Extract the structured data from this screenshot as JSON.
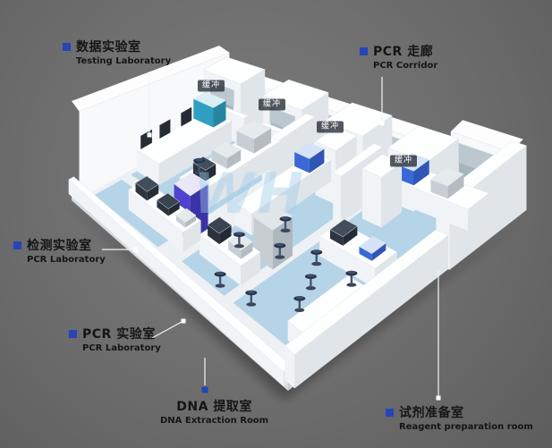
{
  "watermark": "WH",
  "colors": {
    "background": "#6f6f6f",
    "accent_blue": "#2545b8",
    "floor_blue": "#b6d4e8",
    "wall_white": "#f7f9fa",
    "glass_gray": "#a6b4be",
    "cabinet_purple": "#5044cf",
    "watermark_blue": "#a0cdeb",
    "connector_white": "#f4f4f4"
  },
  "labels": {
    "testing_lab": {
      "zh": "数据实验室",
      "en": "Testing Laboratory"
    },
    "pcr_corridor": {
      "zh": "PCR 走廊",
      "en": "PCR Corridor"
    },
    "detection_lab": {
      "zh": "检测实验室",
      "en": "PCR Laboratory"
    },
    "pcr_lab": {
      "zh": "PCR 实验室",
      "en": "PCR Laboratory"
    },
    "dna_extraction": {
      "zh": "DNA 提取室",
      "en": "DNA Extraction Room"
    },
    "reagent_prep": {
      "zh": "试剂准备室",
      "en": "Reagent preparation room"
    }
  },
  "buffer_rooms": [
    {
      "label": "缓冲"
    },
    {
      "label": "缓冲"
    },
    {
      "label": "缓冲"
    },
    {
      "label": "缓冲"
    }
  ]
}
